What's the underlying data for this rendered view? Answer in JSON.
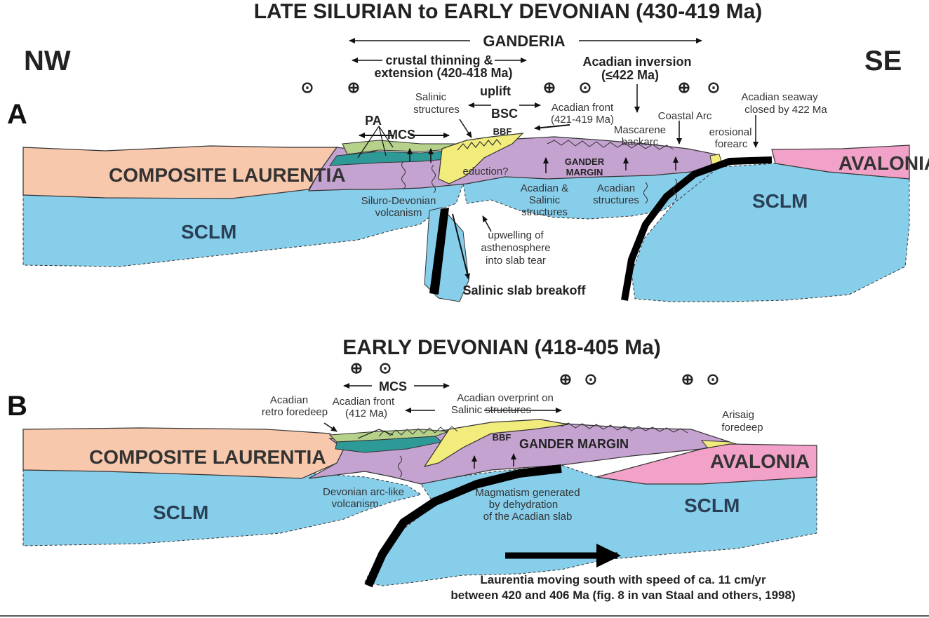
{
  "titles": {
    "top": "LATE SILURIAN to EARLY DEVONIAN (430-419 Ma)",
    "bottom": "EARLY DEVONIAN (418-405 Ma)"
  },
  "directions": {
    "nw": "NW",
    "se": "SE"
  },
  "panels": {
    "a": "A",
    "b": "B"
  },
  "symbols": {
    "into_page": "⊕",
    "out_of_page": "⊙"
  },
  "panel_a": {
    "ganderia": "GANDERIA",
    "crustal_thinning_1": "crustal thinning &",
    "crustal_thinning_2": "extension (420-418 Ma)",
    "acadian_inversion_1": "Acadian inversion",
    "acadian_inversion_2": "(≤422 Ma)",
    "uplift": "uplift",
    "salinic_structures_1": "Salinic",
    "salinic_structures_2": "structures",
    "bsc": "BSC",
    "bbf": "BBF",
    "pa": "PA",
    "mcs": "MCS",
    "acadian_front_1": "Acadian front",
    "acadian_front_2": "(421-419 Ma)",
    "mascarene_1": "Mascarene",
    "mascarene_2": "backarc",
    "coastal_arc": "Coastal Arc",
    "erosional_1": "erosional",
    "erosional_2": "forearc",
    "seaway_1": "Acadian seaway",
    "seaway_2": "closed by 422 Ma",
    "composite_laurentia": "COMPOSITE LAURENTIA",
    "avalonia": "AVALONIA",
    "gander_margin_1": "GANDER",
    "gander_margin_2": "MARGIN",
    "eduction": "eduction?",
    "siluro_1": "Siluro-Devonian",
    "siluro_2": "volcanism",
    "acadian_salinic_1": "Acadian &",
    "acadian_salinic_2": "Salinic",
    "acadian_salinic_3": "structures",
    "acadian_structures_1": "Acadian",
    "acadian_structures_2": "structures",
    "sclm_left": "SCLM",
    "sclm_right": "SCLM",
    "upwelling_1": "upwelling of",
    "upwelling_2": "asthenosphere",
    "upwelling_3": "into slab tear",
    "breakoff": "Salinic slab breakoff"
  },
  "panel_b": {
    "mcs": "MCS",
    "retro_1": "Acadian",
    "retro_2": "retro foredeep",
    "front_1": "Acadian front",
    "front_2": "(412 Ma)",
    "overprint_1": "Acadian overprint on",
    "overprint_2": "Salinic structures",
    "arisaig_1": "Arisaig",
    "arisaig_2": "foredeep",
    "composite_laurentia": "COMPOSITE LAURENTIA",
    "bbf": "BBF",
    "gander_margin": "GANDER MARGIN",
    "avalonia": "AVALONIA",
    "arc_1": "Devonian arc-like",
    "arc_2": "volcanism",
    "magmatism_1": "Magmatism generated",
    "magmatism_2": "by dehydration",
    "magmatism_3": "of the Acadian slab",
    "sclm_left": "SCLM",
    "sclm_right": "SCLM",
    "footnote_1": "Laurentia moving south with speed of ca. 11 cm/yr",
    "footnote_2": "between 420 and 406 Ma (fig. 8 in van Staal and others, 1998)"
  },
  "colors": {
    "sclm": "#87ceeb",
    "laurentia": "#f8c8ad",
    "gander": "#c5a3d1",
    "avalonia": "#f2a2c8",
    "forearc_yellow": "#f2ec7c",
    "teal": "#2e9a98",
    "green": "#b5d18a",
    "slab": "#000000"
  }
}
